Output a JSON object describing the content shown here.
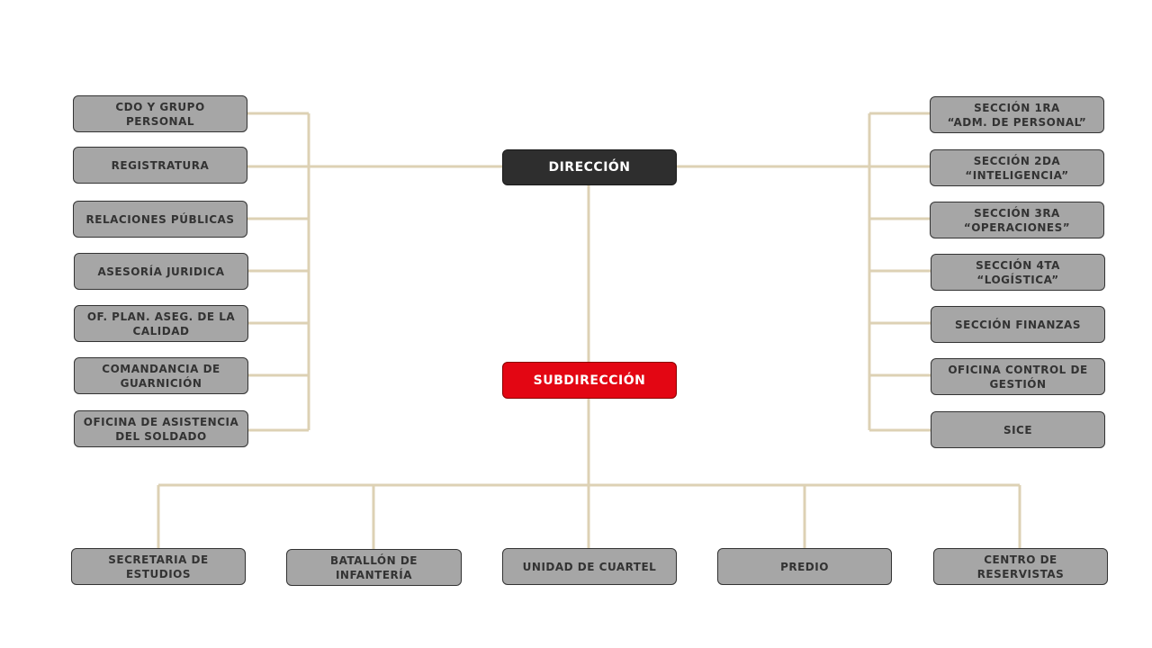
{
  "colors": {
    "connector": "#ddd1b4",
    "box_fill": "#a6a6a6",
    "box_text": "#333333",
    "direccion": "#2e2e2e",
    "subdireccion": "#e30613"
  },
  "center": {
    "direccion": "DIRECCIÓN",
    "subdireccion": "SUBDIRECCIÓN"
  },
  "left": [
    "CDO Y GRUPO\nPERSONAL",
    "REGISTRATURA",
    "RELACIONES  PÚBLICAS",
    "ASESORÍA  JURIDICA",
    "OF. PLAN.   ASEG. DE LA\nCALIDAD",
    "COMANDANCIA  DE\nGUARNICIÓN",
    "OFICINA  DE ASISTENCIA\nDEL SOLDADO"
  ],
  "right": [
    "SECCIÓN  1RA\n“ADM. DE PERSONAL”",
    "SECCIÓN  2DA\n“INTELIGENCIA”",
    "SECCIÓN  3RA\n“OPERACIONES”",
    "SECCIÓN  4TA\n“LOGÍSTICA”",
    "SECCIÓN  FINANZAS",
    "OFICINA  CONTROL  DE\nGESTIÓN",
    "SICE"
  ],
  "bottom": [
    "SECRETARIA  DE\nESTUDIOS",
    "BATALLÓN  DE\nINFANTERÍA",
    "UNIDAD  DE CUARTEL",
    "PREDIO",
    "CENTRO  DE\nRESERVISTAS"
  ]
}
